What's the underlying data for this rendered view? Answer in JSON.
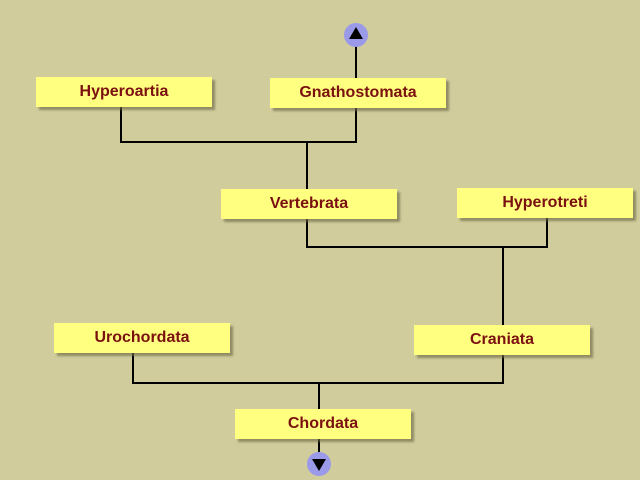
{
  "diagram": {
    "nodes": {
      "hyperoartia": "Hyperoartia",
      "gnathostomata": "Gnathostomata",
      "vertebrata": "Vertebrata",
      "hyperotreti": "Hyperotreti",
      "urochordata": "Urochordata",
      "craniata": "Craniata",
      "chordata": "Chordata"
    },
    "nav_up_icon": "up-arrow-icon",
    "nav_down_icon": "down-arrow-icon",
    "colors": {
      "background": "#d0cc9c",
      "node_fill": "#ffff80",
      "node_text": "#7a1010",
      "nav_button": "#9a9ae8"
    }
  }
}
